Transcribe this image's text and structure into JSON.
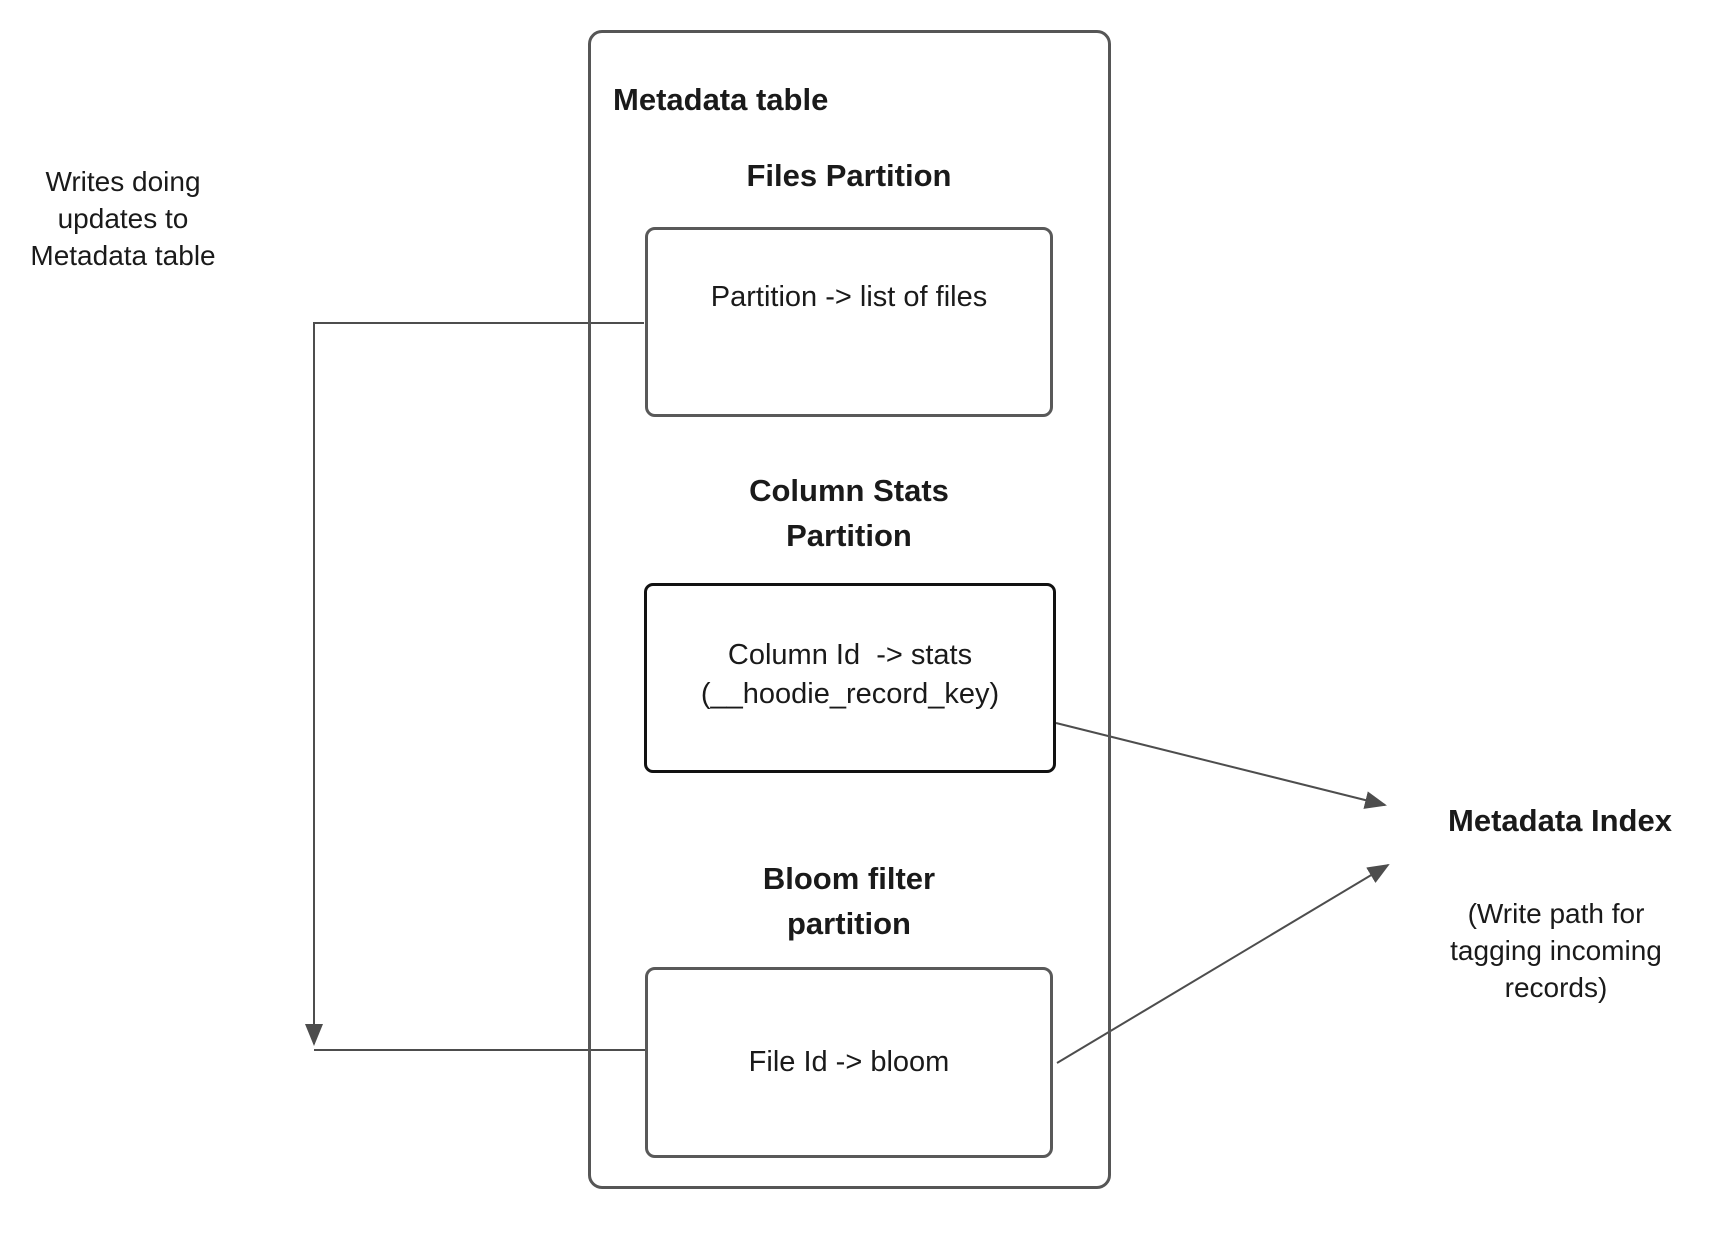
{
  "colors": {
    "background": "#ffffff",
    "text": "#1a1a1a",
    "box_border_gray": "#595959",
    "box_border_dark": "#111111",
    "connector": "#4d4d4d"
  },
  "left_note": {
    "text": "Writes doing\nupdates to\nMetadata table"
  },
  "metadata_table": {
    "title": "Metadata table",
    "partitions": [
      {
        "heading": "Files Partition",
        "mapping": "Partition -> list of files"
      },
      {
        "heading": "Column Stats\nPartition",
        "mapping": "Column Id  -> stats\n(__hoodie_record_key)"
      },
      {
        "heading": "Bloom filter\npartition",
        "mapping": "File Id -> bloom"
      }
    ]
  },
  "metadata_index": {
    "title": "Metadata Index",
    "note": "(Write path for\ntagging incoming\nrecords)"
  }
}
